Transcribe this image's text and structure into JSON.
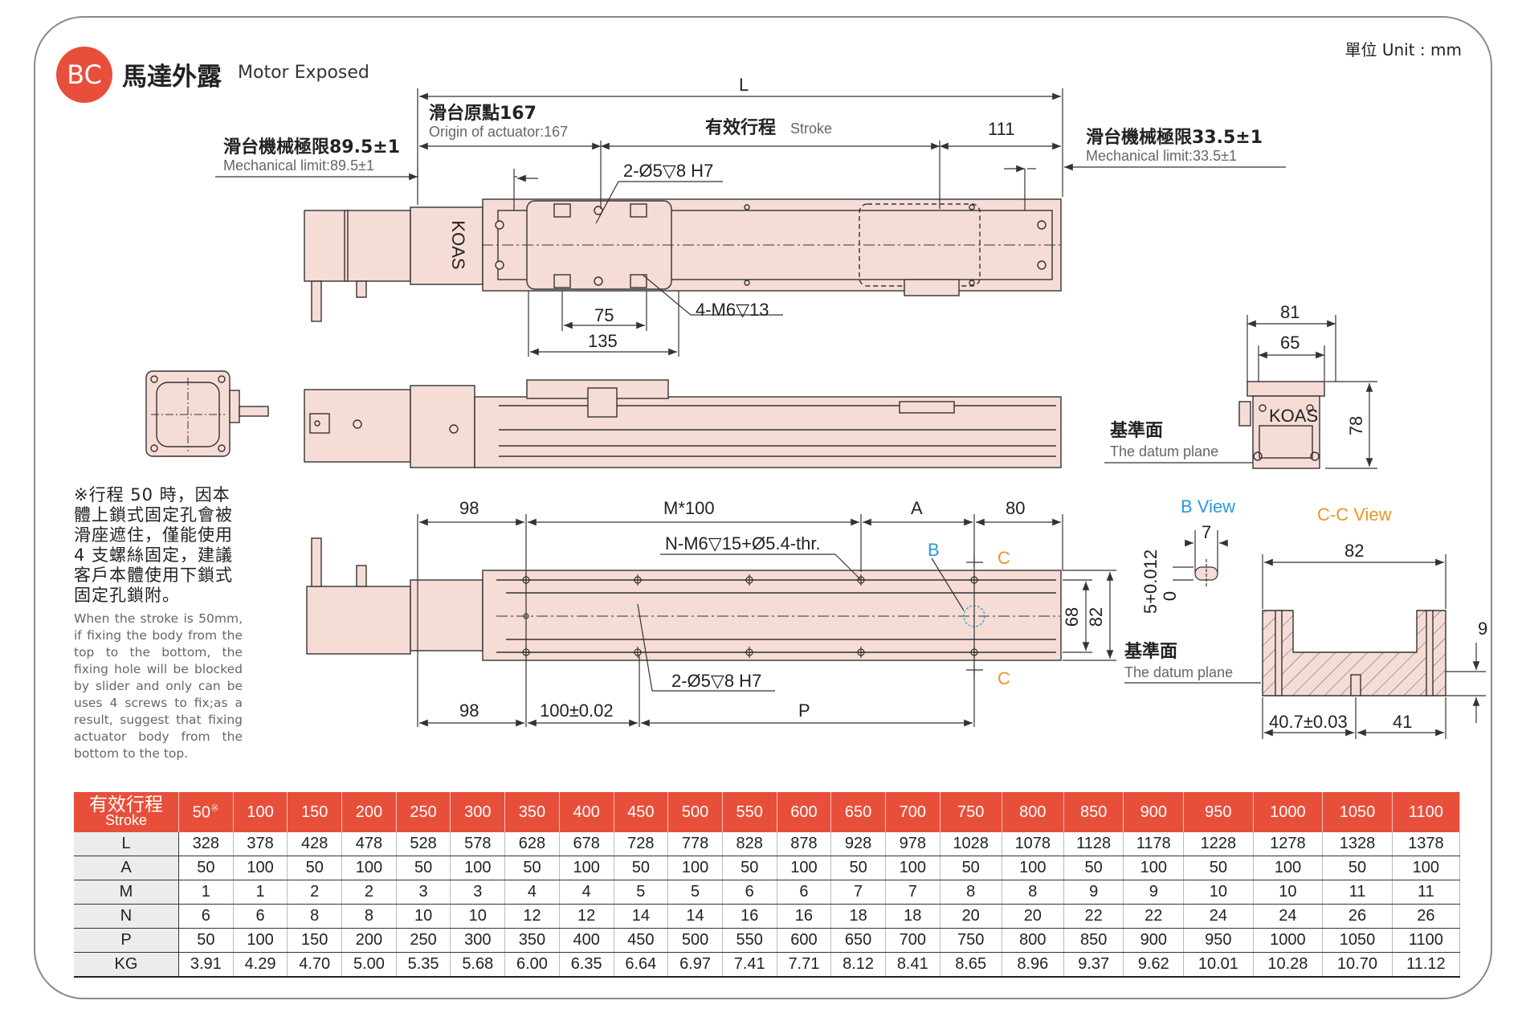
{
  "header": {
    "badge": "BC",
    "title_zh": "馬達外露",
    "title_en": "Motor Exposed",
    "unit": "單位 Unit : mm"
  },
  "top_view": {
    "dim_L": "L",
    "origin_zh": "滑台原點167",
    "origin_en": "Origin of actuator:167",
    "stroke_zh": "有效行程",
    "stroke_en": "Stroke",
    "dim_111": "111",
    "left_limit_zh": "滑台機械極限89.5±1",
    "left_limit_en": "Mechanical limit:89.5±1",
    "right_limit_zh": "滑台機械極限33.5±1",
    "right_limit_en": "Mechanical limit:33.5±1",
    "hole_callout": "2-Ø5▽8 H7",
    "tap_callout": "4-M6▽13",
    "dim_75": "75",
    "dim_135": "135",
    "brand": "KOAS"
  },
  "end_view": {
    "dim_81": "81",
    "dim_65": "65",
    "dim_78": "78",
    "datum_zh": "基準面",
    "datum_en": "The datum plane",
    "brand": "KOAS"
  },
  "bottom_view": {
    "dim_98_top": "98",
    "dim_m100": "M*100",
    "dim_A": "A",
    "dim_80": "80",
    "n_callout": "N-M6▽15+Ø5.4-thr.",
    "label_B": "B",
    "label_C_top": "C",
    "label_C_bottom": "C",
    "dim_68": "68",
    "dim_82": "82",
    "hole_callout": "2-Ø5▽8 H7",
    "dim_98_bottom": "98",
    "dim_100": "100±0.02",
    "dim_P": "P",
    "datum_zh": "基準面",
    "datum_en": "The datum plane"
  },
  "b_view": {
    "title": "B View",
    "dim_7": "7",
    "tol": "5+0.012",
    "tol_low": "0"
  },
  "cc_view": {
    "title": "C-C View",
    "dim_82": "82",
    "dim_9": "9",
    "dim_40": "40.7±0.03",
    "dim_41": "41"
  },
  "note": {
    "zh": "※行程 50 時，因本體上鎖式固定孔會被滑座遮住，僅能使用 4 支螺絲固定，建議客戶本體使用下鎖式固定孔鎖附。",
    "en": "When the stroke is 50mm, if fixing the body from the top to the bottom, the fixing hole will be blocked by slider and only can be uses 4 screws to fix;as a result, suggest that fixing actuator body from the bottom to the top."
  },
  "table": {
    "header_zh": "有效行程",
    "header_en": "Stroke",
    "header_mark": "※",
    "strokes": [
      "50",
      "100",
      "150",
      "200",
      "250",
      "300",
      "350",
      "400",
      "450",
      "500",
      "550",
      "600",
      "650",
      "700",
      "750",
      "800",
      "850",
      "900",
      "950",
      "1000",
      "1050",
      "1100"
    ],
    "rows": [
      {
        "label": "L",
        "values": [
          "328",
          "378",
          "428",
          "478",
          "528",
          "578",
          "628",
          "678",
          "728",
          "778",
          "828",
          "878",
          "928",
          "978",
          "1028",
          "1078",
          "1128",
          "1178",
          "1228",
          "1278",
          "1328",
          "1378"
        ]
      },
      {
        "label": "A",
        "values": [
          "50",
          "100",
          "50",
          "100",
          "50",
          "100",
          "50",
          "100",
          "50",
          "100",
          "50",
          "100",
          "50",
          "100",
          "50",
          "100",
          "50",
          "100",
          "50",
          "100",
          "50",
          "100"
        ]
      },
      {
        "label": "M",
        "values": [
          "1",
          "1",
          "2",
          "2",
          "3",
          "3",
          "4",
          "4",
          "5",
          "5",
          "6",
          "6",
          "7",
          "7",
          "8",
          "8",
          "9",
          "9",
          "10",
          "10",
          "11",
          "11"
        ]
      },
      {
        "label": "N",
        "values": [
          "6",
          "6",
          "8",
          "8",
          "10",
          "10",
          "12",
          "12",
          "14",
          "14",
          "16",
          "16",
          "18",
          "18",
          "20",
          "20",
          "22",
          "22",
          "24",
          "24",
          "26",
          "26"
        ]
      },
      {
        "label": "P",
        "values": [
          "50",
          "100",
          "150",
          "200",
          "250",
          "300",
          "350",
          "400",
          "450",
          "500",
          "550",
          "600",
          "650",
          "700",
          "750",
          "800",
          "850",
          "900",
          "950",
          "1000",
          "1050",
          "1100"
        ]
      },
      {
        "label": "KG",
        "values": [
          "3.91",
          "4.29",
          "4.70",
          "5.00",
          "5.35",
          "5.68",
          "6.00",
          "6.35",
          "6.64",
          "6.97",
          "7.41",
          "7.71",
          "8.12",
          "8.41",
          "8.65",
          "8.96",
          "9.37",
          "9.62",
          "10.01",
          "10.28",
          "10.70",
          "11.12"
        ]
      }
    ]
  },
  "colors": {
    "accent": "#e84f3a",
    "body_fill": "#f5dcd5",
    "line": "#333333",
    "b_view": "#2a9ad8",
    "cc_view": "#e8962a"
  }
}
